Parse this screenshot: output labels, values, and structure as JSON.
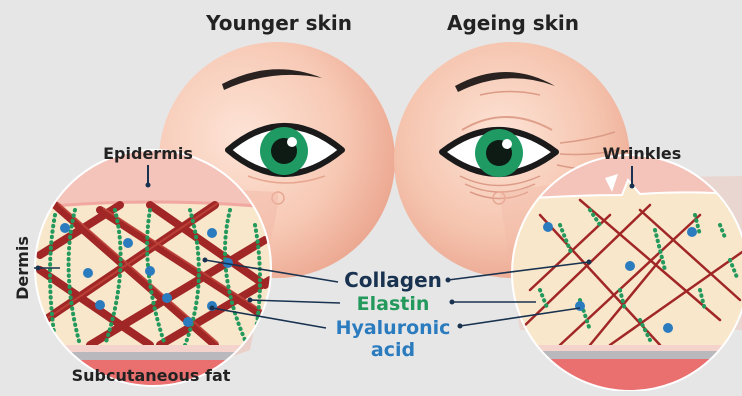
{
  "titles": {
    "young": "Younger skin",
    "ageing": "Ageing skin"
  },
  "labels": {
    "epidermis": "Epidermis",
    "dermis": "Dermis",
    "subcutaneous_fat": "Subcutaneous fat",
    "wrinkles": "Wrinkles",
    "collagen": "Collagen",
    "elastin": "Elastin",
    "hyaluronic_line1": "Hyaluronic",
    "hyaluronic_line2": "acid"
  },
  "colors": {
    "background": "#e6e6e7",
    "skin_tone": "#f7c6b2",
    "dermis_fill": "#f9e6c9",
    "epidermis": "#f3b9b0",
    "fat_layer": "#e9706f",
    "collagen": "#a12726",
    "elastin": "#23995c",
    "hyaluronic": "#2b7bbf",
    "navy_text": "#18324f",
    "iris": "#1f9a63"
  }
}
